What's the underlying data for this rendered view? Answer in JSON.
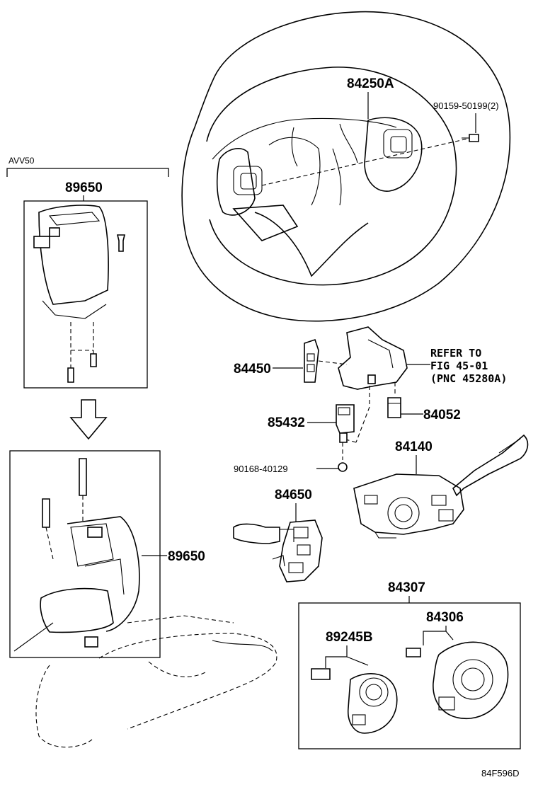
{
  "labels": {
    "variant": "AVV50",
    "airbag_upper": "89650",
    "airbag_lower": "89650",
    "steering_wheel": "84250A",
    "screw": "90159-50199(2)",
    "refer_line1": "REFER TO",
    "refer_line2": "FIG 45-01",
    "refer_line3": "(PNC 45280A)",
    "switch_84450": "84450",
    "switch_85432": "85432",
    "switch_84052": "84052",
    "bolt_90168": "90168-40129",
    "switch_84140": "84140",
    "switch_84650": "84650",
    "clock_spring_assy": "84307",
    "clock_spring": "84306",
    "sensor": "89245B",
    "figure_code": "84F596D"
  }
}
